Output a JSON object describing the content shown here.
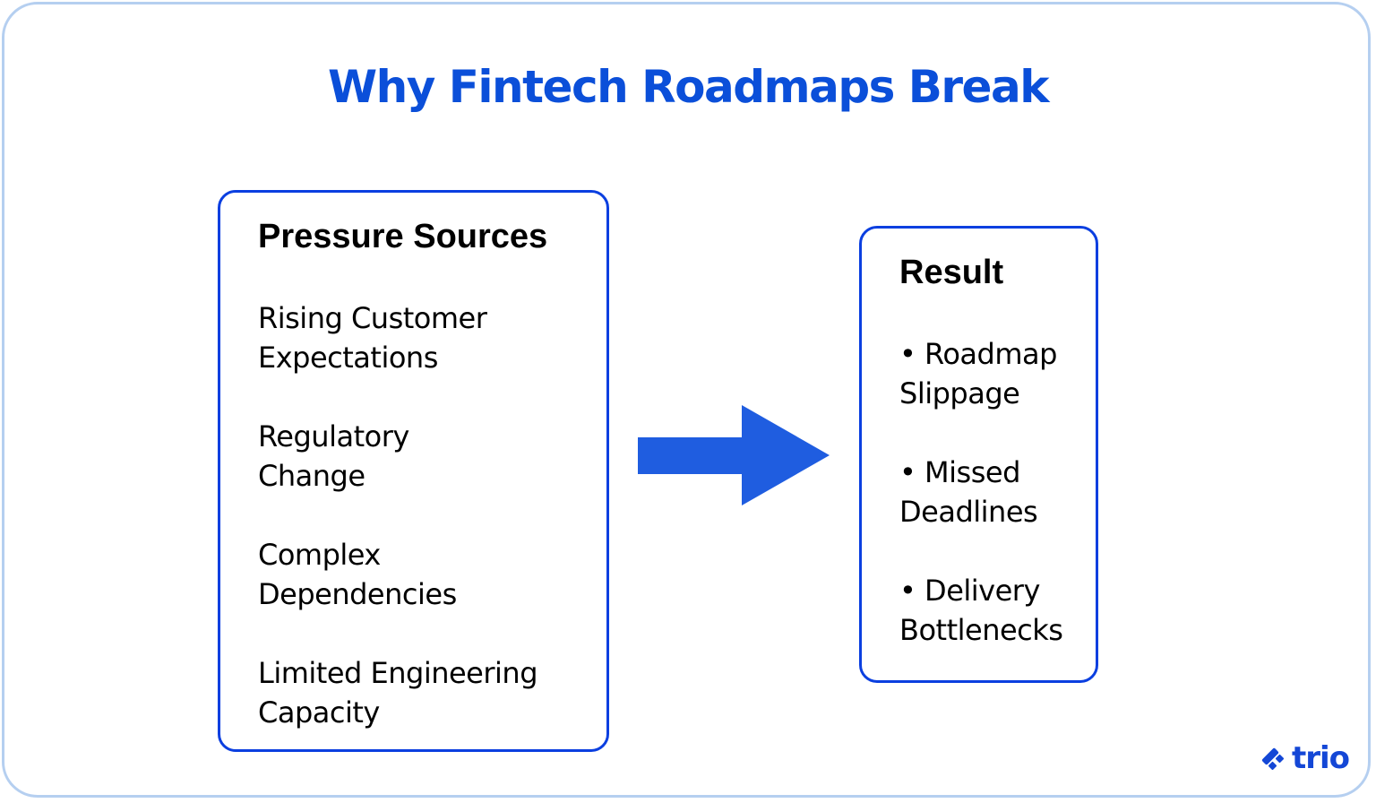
{
  "title": "Why Fintech Roadmaps Break",
  "colors": {
    "title": "#0b4fd9",
    "box_border": "#0b3fe0",
    "arrow": "#1f5de0",
    "frame_border": "#b5cff0",
    "logo": "#1447d6"
  },
  "pressure_sources": {
    "heading": "Pressure Sources",
    "items": [
      "Rising Customer\nExpectations",
      "Regulatory\nChange",
      "Complex\nDependencies",
      "Limited Engineering\nCapacity"
    ]
  },
  "arrow": {
    "icon": "arrow-right-icon"
  },
  "result": {
    "heading": "Result",
    "items": [
      "• Roadmap\nSlippage",
      "• Missed\nDeadlines",
      "• Delivery\nBottlenecks"
    ]
  },
  "logo": {
    "text": "trio",
    "icon": "trio-logo-icon"
  }
}
